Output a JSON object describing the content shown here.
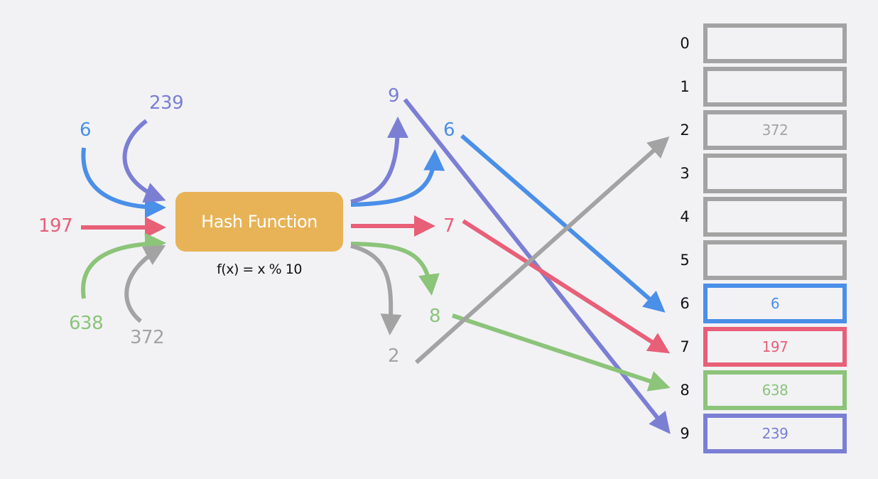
{
  "colors": {
    "blue": "#4a8fe8",
    "purple": "#7b7fd4",
    "red": "#e85f78",
    "green": "#8cc47a",
    "gray": "#a3a3a3",
    "orange": "#e8b356"
  },
  "hash_box": {
    "label": "Hash Function",
    "formula": "f(x) = x % 10"
  },
  "inputs": [
    {
      "id": "in-6",
      "text": "6",
      "color": "blue"
    },
    {
      "id": "in-239",
      "text": "239",
      "color": "purple"
    },
    {
      "id": "in-197",
      "text": "197",
      "color": "red"
    },
    {
      "id": "in-638",
      "text": "638",
      "color": "green"
    },
    {
      "id": "in-372",
      "text": "372",
      "color": "gray"
    }
  ],
  "outputs": [
    {
      "id": "out-9",
      "text": "9",
      "color": "purple"
    },
    {
      "id": "out-6",
      "text": "6",
      "color": "blue"
    },
    {
      "id": "out-7",
      "text": "7",
      "color": "red"
    },
    {
      "id": "out-8",
      "text": "8",
      "color": "green"
    },
    {
      "id": "out-2",
      "text": "2",
      "color": "gray"
    }
  ],
  "table": {
    "indices": [
      "0",
      "1",
      "2",
      "3",
      "4",
      "5",
      "6",
      "7",
      "8",
      "9"
    ],
    "slots": [
      {
        "index": "0",
        "value": "",
        "color": "gray"
      },
      {
        "index": "1",
        "value": "",
        "color": "gray"
      },
      {
        "index": "2",
        "value": "372",
        "color": "gray"
      },
      {
        "index": "3",
        "value": "",
        "color": "gray"
      },
      {
        "index": "4",
        "value": "",
        "color": "gray"
      },
      {
        "index": "5",
        "value": "",
        "color": "gray"
      },
      {
        "index": "6",
        "value": "6",
        "color": "blue"
      },
      {
        "index": "7",
        "value": "197",
        "color": "red"
      },
      {
        "index": "8",
        "value": "638",
        "color": "green"
      },
      {
        "index": "9",
        "value": "239",
        "color": "purple"
      }
    ]
  }
}
